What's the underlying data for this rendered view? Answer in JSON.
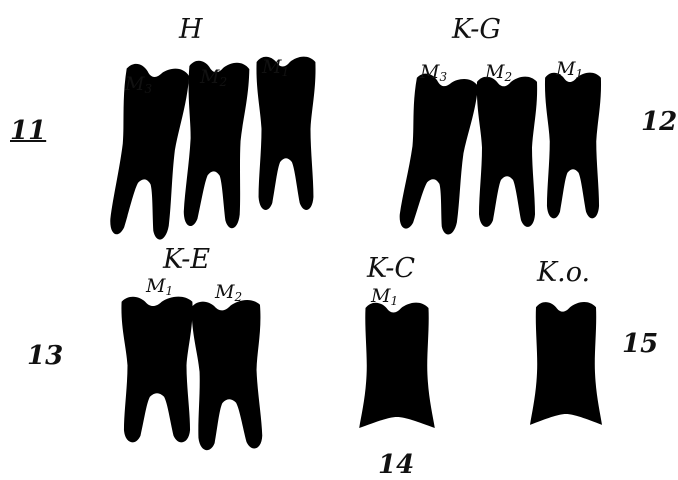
{
  "figures": [
    {
      "number": "11",
      "group": "H",
      "teeth": [
        {
          "letter": "M",
          "sub": "3"
        },
        {
          "letter": "M",
          "sub": "2"
        },
        {
          "letter": "M",
          "sub": "1"
        }
      ]
    },
    {
      "number": "12",
      "group": "K-G",
      "teeth": [
        {
          "letter": "M",
          "sub": "3"
        },
        {
          "letter": "M",
          "sub": "2"
        },
        {
          "letter": "M",
          "sub": "1"
        }
      ]
    },
    {
      "number": "13",
      "group": "K-E",
      "teeth": [
        {
          "letter": "M",
          "sub": "1"
        },
        {
          "letter": "M",
          "sub": "2"
        }
      ]
    },
    {
      "number": "14",
      "group": "K-C",
      "teeth": [
        {
          "letter": "M",
          "sub": "1"
        }
      ]
    },
    {
      "number": "15",
      "group": "K.o.",
      "teeth": []
    }
  ]
}
